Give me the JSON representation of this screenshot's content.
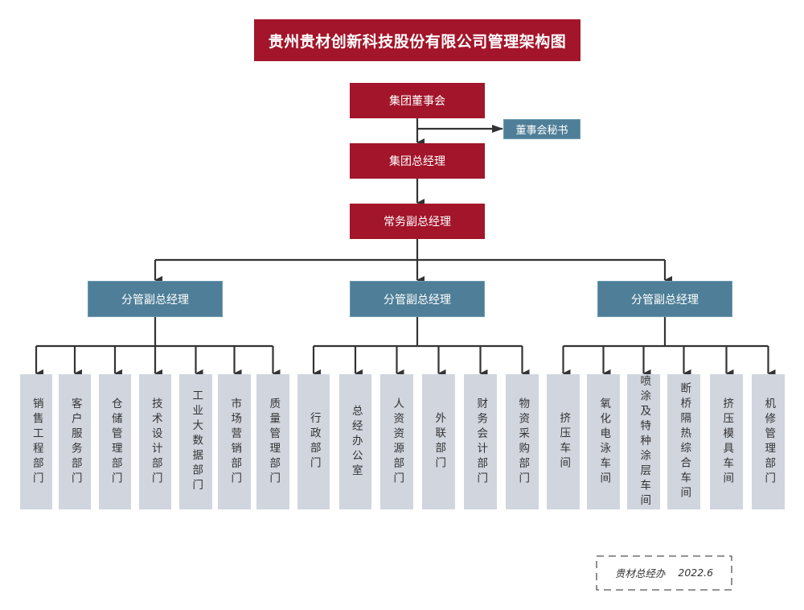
{
  "title": "贵州贵材创新科技股份有限公司管理架构图",
  "top_chain": {
    "board": "集团董事会",
    "board_secretary": "董事会秘书",
    "general_manager": "集团总经理",
    "executive_deputy_gm": "常务副总经理"
  },
  "branches": [
    {
      "label": "分管副总经理",
      "departments": [
        "销售工程部门",
        "客户服务部门",
        "仓储管理部门",
        "技术设计部门",
        "工业大数据部门",
        "市场营销部门",
        "质量管理部门"
      ]
    },
    {
      "label": "分管副总经理",
      "departments": [
        "行政部门",
        "总经办公室",
        "人资资源部门",
        "外联部门",
        "财务会计部门",
        "物资采购部门"
      ]
    },
    {
      "label": "分管副总经理",
      "departments": [
        "挤压车间",
        "氧化电泳车间",
        "喷涂及特种涂层车间",
        "断桥隔热综合车间",
        "挤压模具车间",
        "机修管理部门"
      ]
    }
  ],
  "footer": {
    "issuer": "贵材总经办",
    "date": "2022.6"
  },
  "colors": {
    "primary_red": "#a3152a",
    "secondary_teal": "#4f7f98",
    "leaf_gray": "#d0d5de",
    "connector": "#333333"
  }
}
